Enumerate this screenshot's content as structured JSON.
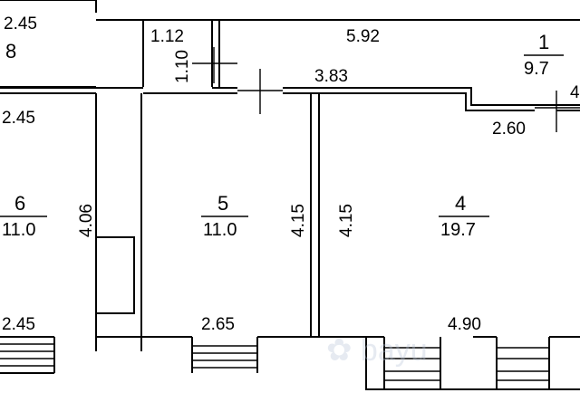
{
  "dimensions": {
    "d_245_top": "2.45",
    "d_112": "1.12",
    "d_110": "1.10",
    "d_592": "5.92",
    "d_383": "3.83",
    "d_245_mid": "2.45",
    "d_260": "2.60",
    "d_406": "4.06",
    "d_415_a": "4.15",
    "d_415_b": "4.15",
    "d_245_bottom": "2.45",
    "d_265": "2.65",
    "d_490": "4.90",
    "d_4_partial": "4"
  },
  "rooms": [
    {
      "id": "room-8",
      "number": "8",
      "area": ""
    },
    {
      "id": "room-1",
      "number": "1",
      "area": "9.7"
    },
    {
      "id": "room-6",
      "number": "6",
      "area": "11.0"
    },
    {
      "id": "room-5",
      "number": "5",
      "area": "11.0"
    },
    {
      "id": "room-4",
      "number": "4",
      "area": "19.7"
    }
  ],
  "colors": {
    "wall": "#000000",
    "background": "#ffffff",
    "watermark": "#b8c6d8"
  }
}
